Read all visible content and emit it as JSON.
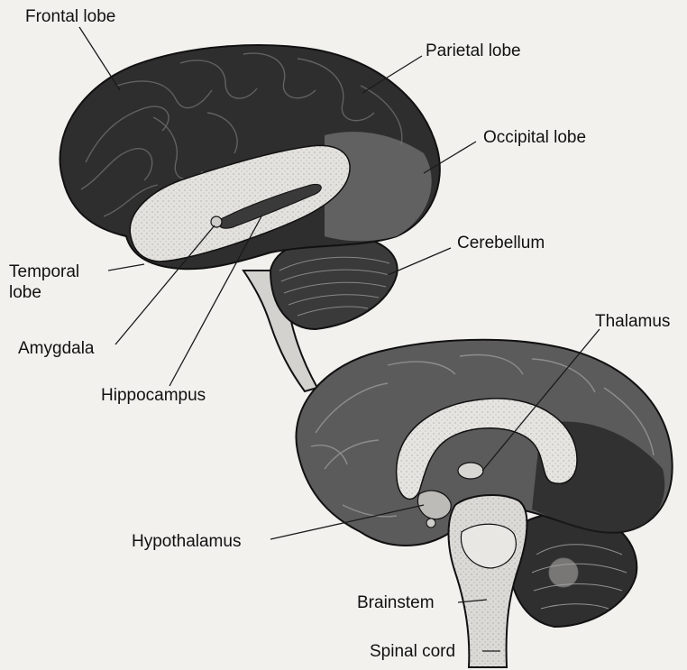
{
  "labels": {
    "frontal_lobe": "Frontal lobe",
    "parietal_lobe": "Parietal lobe",
    "occipital_lobe": "Occipital lobe",
    "cerebellum": "Cerebellum",
    "temporal_lobe_line1": "Temporal",
    "temporal_lobe_line2": "lobe",
    "amygdala": "Amygdala",
    "hippocampus": "Hippocampus",
    "thalamus": "Thalamus",
    "hypothalamus": "Hypothalamus",
    "brainstem": "Brainstem",
    "spinal_cord": "Spinal cord"
  },
  "colors": {
    "background": "#f2f1ee",
    "dark_cortex": "#2b2b2b",
    "mid_cortex": "#6e6e6e",
    "light_region": "#e2e0dc",
    "outline": "#111111"
  }
}
